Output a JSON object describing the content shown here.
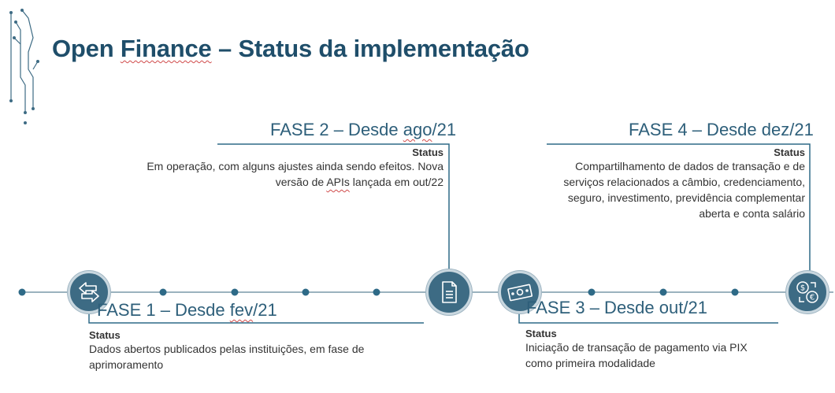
{
  "title": {
    "part1": "Open ",
    "part2": "Finance",
    "part3": " – Status da implementação"
  },
  "phases": [
    {
      "title_prefix": "FASE 1 – Desde ",
      "title_mark": "fev",
      "title_suffix": "/21",
      "status_label": "Status",
      "status_line1": "Dados abertos publicados pelas instituições, em fase de",
      "status_line2": "aprimoramento",
      "icon": "arrows-exchange-icon"
    },
    {
      "title_prefix": "FASE 2 – Desde ",
      "title_mark": "ago",
      "title_suffix": "/21",
      "status_label": "Status",
      "status_line1": "Em operação, com alguns ajustes ainda sendo efeitos. Nova",
      "status_line2_a": "versão de ",
      "status_line2_mark": "APIs",
      "status_line2_b": " lançada em out/22",
      "icon": "document-icon"
    },
    {
      "title": "FASE 3 – Desde out/21",
      "status_label": "Status",
      "status_line1": "Iniciação de transação de pagamento via PIX",
      "status_line2": "como primeira modalidade",
      "icon": "banknote-icon"
    },
    {
      "title": "FASE 4 – Desde dez/21",
      "status_label": "Status",
      "status_line1": "Compartilhamento de dados de transação e de",
      "status_line2": "serviços relacionados a câmbio, credenciamento,",
      "status_line3": "seguro, investimento, previdência complementar",
      "status_line4": "aberta e conta salário",
      "icon": "currency-exchange-icon"
    }
  ],
  "colors": {
    "accent": "#1f4e6a",
    "line": "#2e5f7a",
    "circle": "#3d6b84"
  }
}
